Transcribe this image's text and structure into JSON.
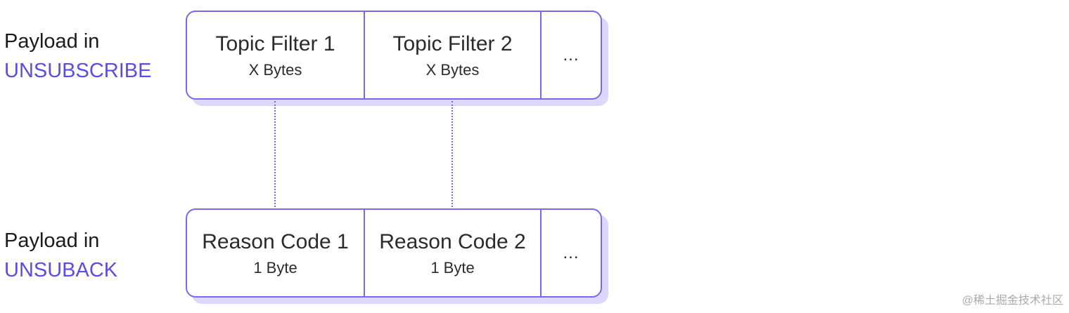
{
  "diagram": {
    "top_row": {
      "label_line1": "Payload in",
      "label_line2": "UNSUBSCRIBE",
      "cells": [
        {
          "name": "Topic Filter 1",
          "size": "X Bytes"
        },
        {
          "name": "Topic Filter 2",
          "size": "X Bytes"
        }
      ],
      "more": "..."
    },
    "bottom_row": {
      "label_line1": "Payload in",
      "label_line2": "UNSUBACK",
      "cells": [
        {
          "name": "Reason Code 1",
          "size": "1 Byte"
        },
        {
          "name": "Reason Code 2",
          "size": "1 Byte"
        }
      ],
      "more": "..."
    }
  },
  "watermark": "@稀土掘金技术社区",
  "colors": {
    "accent": "#5b4ce6",
    "border": "#7a68ea",
    "shadow": "#dcd8fb",
    "text": "#1b1b1b"
  }
}
